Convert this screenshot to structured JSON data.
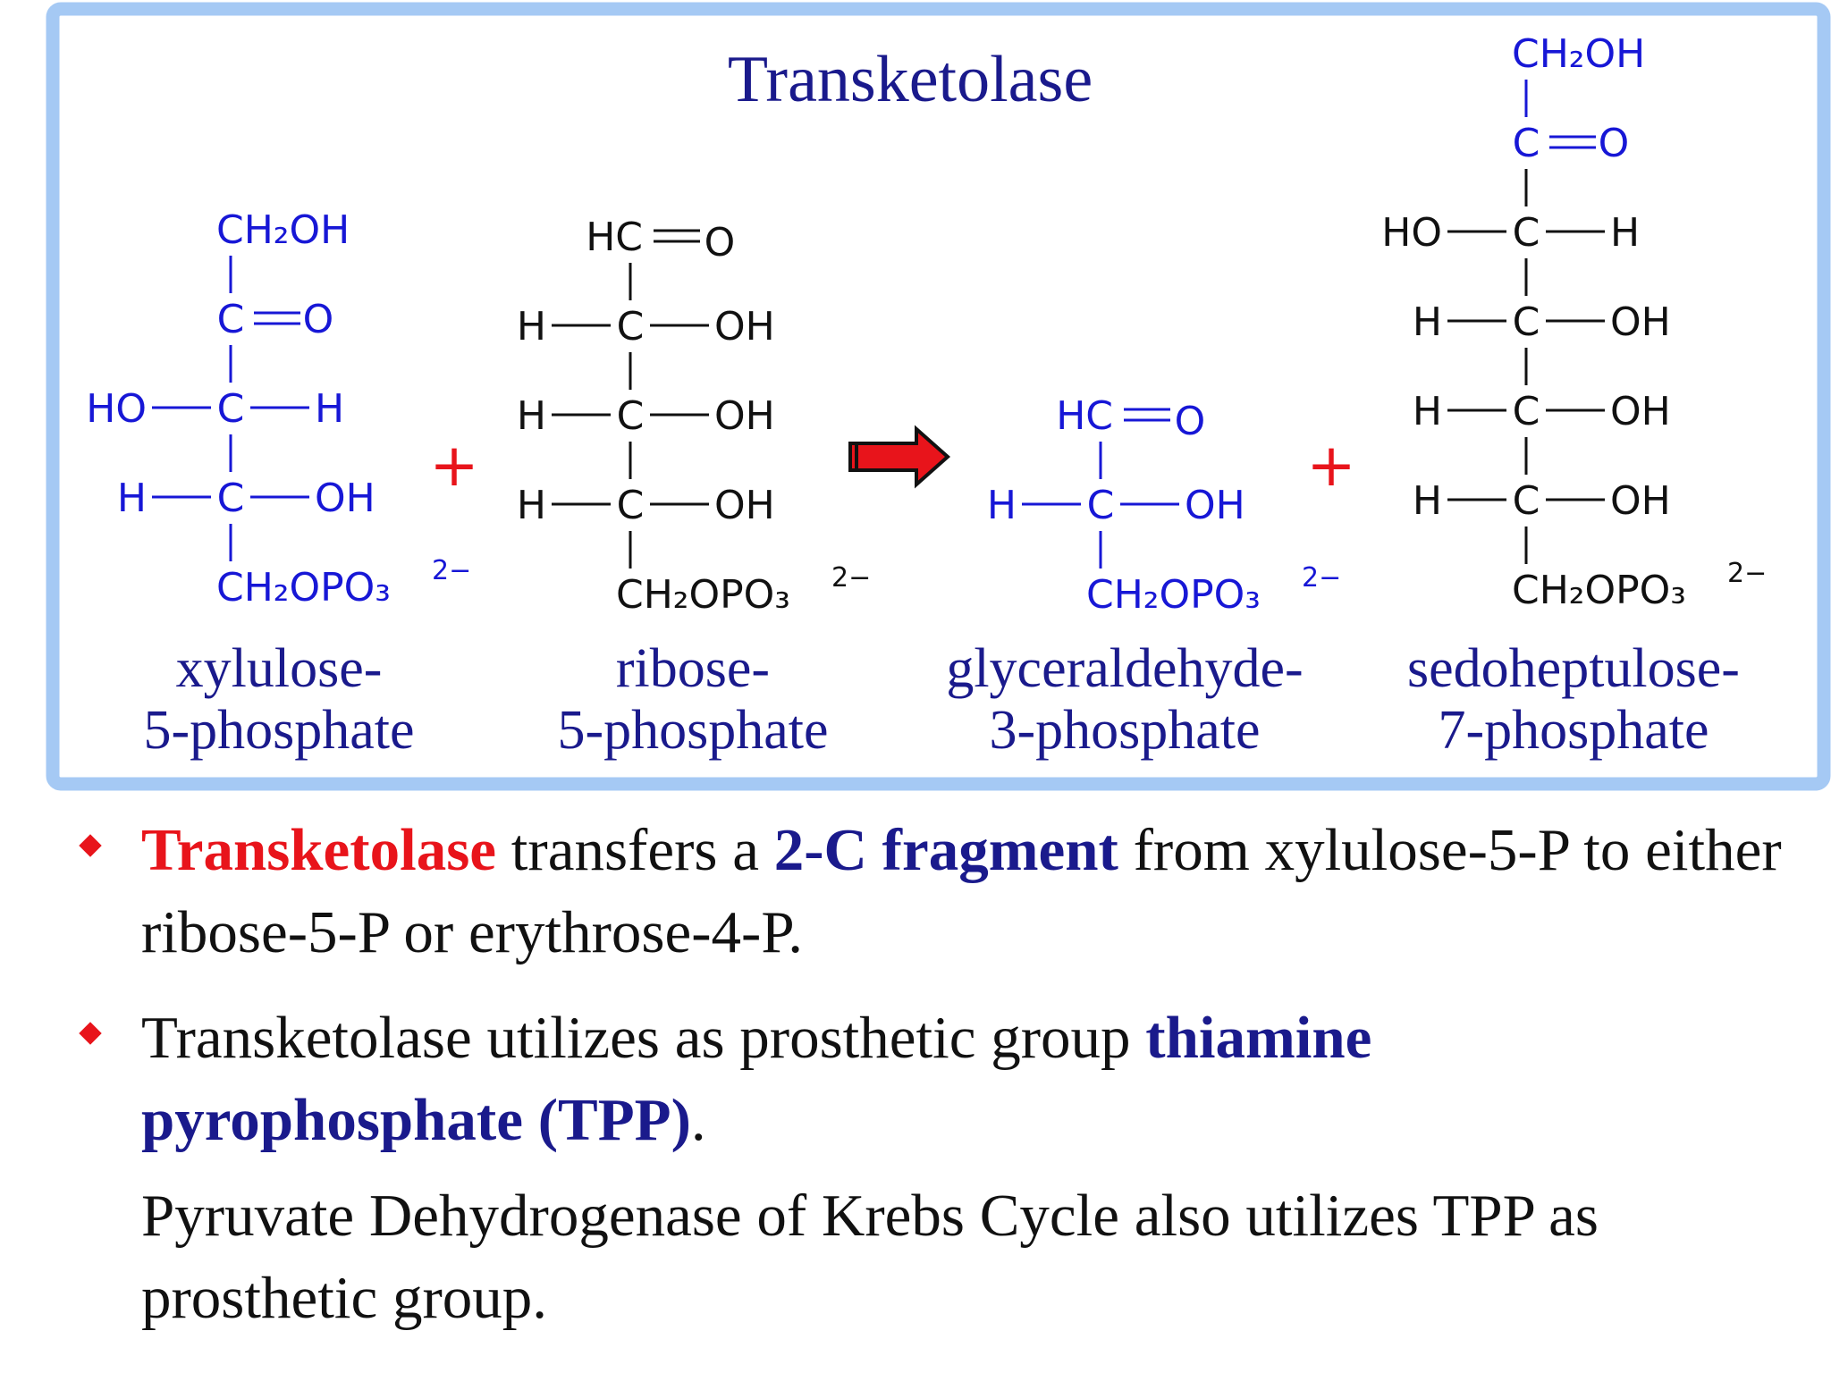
{
  "colors": {
    "frame": "#a5c9f4",
    "title": "#1a1a8c",
    "blue_struct": "#1717d6",
    "black_struct": "#111111",
    "plus": "#e8141b",
    "arrow": "#e8141b",
    "bullet": "#e8141b",
    "emph_red": "#e8141b",
    "emph_blue": "#1a1a8c"
  },
  "diagram": {
    "title": "Transketolase",
    "molecules": [
      {
        "key": "xylulose",
        "color": "blue",
        "rows": [
          {
            "kind": "top",
            "text": "CH₂OH"
          },
          {
            "kind": "carbonyl",
            "c": "C",
            "o": "O"
          },
          {
            "kind": "carbon",
            "left": "HO",
            "c": "C",
            "right": "H"
          },
          {
            "kind": "carbon",
            "left": "H",
            "c": "C",
            "right": "OH"
          },
          {
            "kind": "bottom",
            "text": "CH₂OPO₃",
            "charge": "2−"
          }
        ],
        "name_lines": [
          "xylulose-",
          "5-phosphate"
        ]
      },
      {
        "key": "ribose",
        "color": "black",
        "rows": [
          {
            "kind": "aldehyde",
            "c": "HC",
            "o": "O"
          },
          {
            "kind": "carbon",
            "left": "H",
            "c": "C",
            "right": "OH"
          },
          {
            "kind": "carbon",
            "left": "H",
            "c": "C",
            "right": "OH"
          },
          {
            "kind": "carbon",
            "left": "H",
            "c": "C",
            "right": "OH"
          },
          {
            "kind": "bottom",
            "text": "CH₂OPO₃",
            "charge": "2−"
          }
        ],
        "name_lines": [
          "ribose-",
          "5-phosphate"
        ]
      },
      {
        "key": "g3p",
        "color": "blue",
        "rows": [
          {
            "kind": "aldehyde",
            "c": "HC",
            "o": "O"
          },
          {
            "kind": "carbon",
            "left": "H",
            "c": "C",
            "right": "OH"
          },
          {
            "kind": "bottom",
            "text": "CH₂OPO₃",
            "charge": "2−"
          }
        ],
        "name_lines": [
          "glyceraldehyde-",
          "3-phosphate"
        ]
      },
      {
        "key": "s7p",
        "color": "mixed",
        "rows": [
          {
            "kind": "top",
            "text": "CH₂OH"
          },
          {
            "kind": "carbonyl",
            "c": "C",
            "o": "O"
          },
          {
            "kind": "carbon",
            "left": "HO",
            "c": "C",
            "right": "H"
          },
          {
            "kind": "carbon",
            "left": "H",
            "c": "C",
            "right": "OH"
          },
          {
            "kind": "carbon",
            "left": "H",
            "c": "C",
            "right": "OH"
          },
          {
            "kind": "carbon",
            "left": "H",
            "c": "C",
            "right": "OH"
          },
          {
            "kind": "bottom",
            "text": "CH₂OPO₃",
            "charge": "2−"
          }
        ],
        "name_lines": [
          "sedoheptulose-",
          "7-phosphate"
        ]
      }
    ],
    "plus_symbol": "+"
  },
  "bullets": [
    {
      "parts": [
        {
          "text": "Transketolase",
          "style": "red"
        },
        {
          "text": " transfers a ",
          "style": "plain"
        },
        {
          "text": "2-C fragment",
          "style": "blue"
        },
        {
          "text": " from xylulose-5-P to either ribose-5-P or erythrose-4-P.",
          "style": "plain"
        }
      ]
    },
    {
      "parts": [
        {
          "text": "Transketolase utilizes as prosthetic group ",
          "style": "plain"
        },
        {
          "text": "thiamine pyrophosphate (TPP)",
          "style": "blue"
        },
        {
          "text": ".",
          "style": "plain"
        }
      ]
    }
  ],
  "note": "Pyruvate Dehydrogenase of Krebs Cycle also utilizes TPP as prosthetic group."
}
